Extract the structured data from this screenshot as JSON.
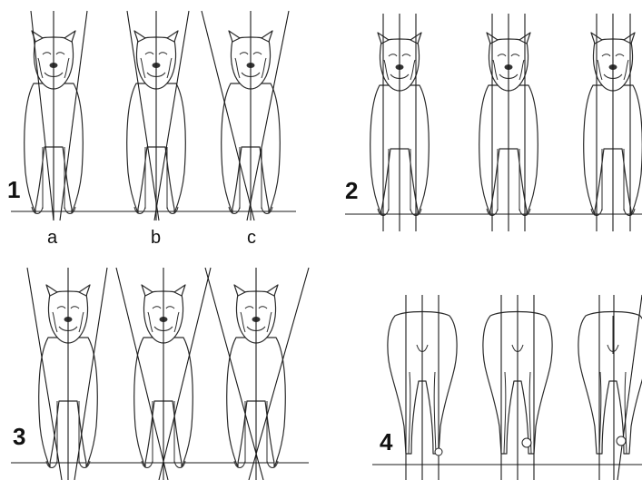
{
  "panels": [
    {
      "number": "1",
      "letters": [
        "a",
        "b",
        "c"
      ]
    },
    {
      "number": "2"
    },
    {
      "number": "3"
    },
    {
      "number": "4"
    }
  ]
}
